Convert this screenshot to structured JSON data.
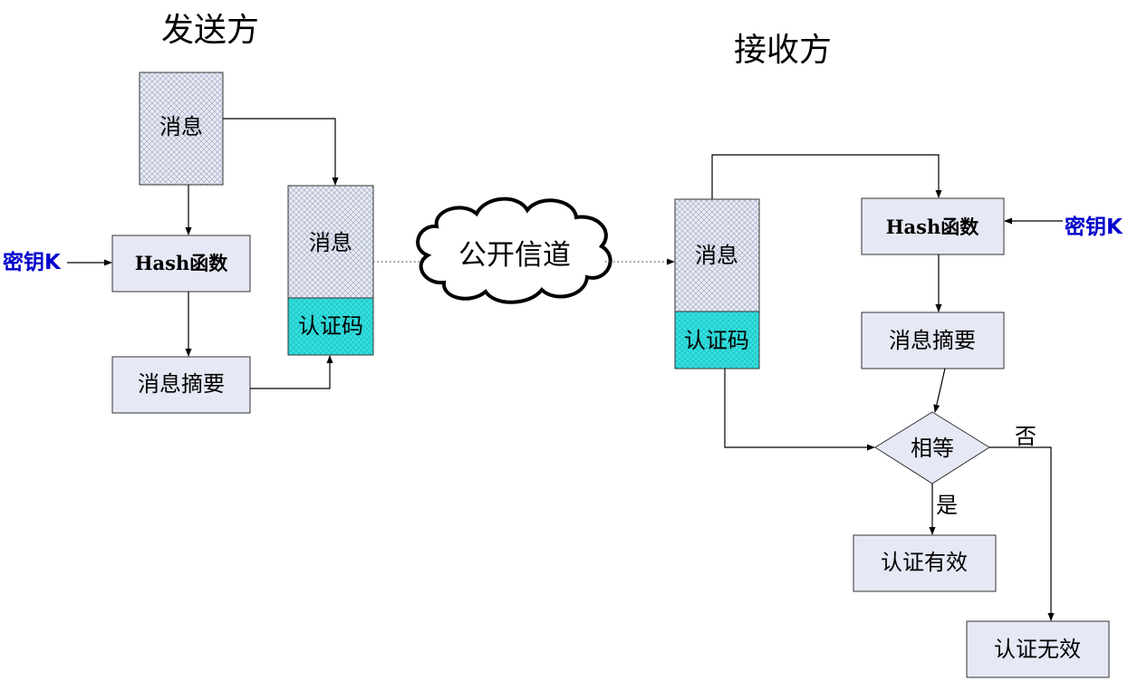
{
  "sender": {
    "title": "发送方",
    "message": "消息",
    "hash": "Hash函数",
    "key": "密钥K",
    "digest": "消息摘要",
    "packet_message": "消息",
    "packet_mac": "认证码"
  },
  "channel": {
    "label": "公开信道"
  },
  "receiver": {
    "title": "接收方",
    "packet_message": "消息",
    "packet_mac": "认证码",
    "hash": "Hash函数",
    "key": "密钥K",
    "digest": "消息摘要",
    "compare": "相等",
    "no": "否",
    "yes": "是",
    "valid": "认证有效",
    "invalid": "认证无效"
  },
  "colors": {
    "box_fill": "#e6e9f5",
    "mac_fill": "#33e0e0",
    "key_text": "#0000cc"
  }
}
